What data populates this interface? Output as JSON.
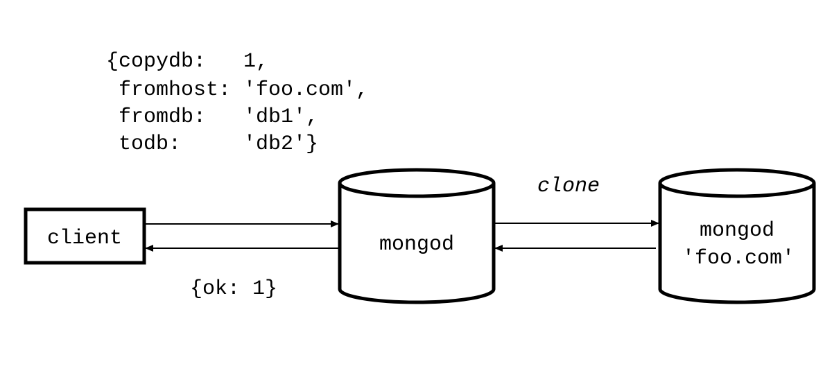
{
  "command": {
    "lines": [
      "{copydb:   1,",
      " fromhost: 'foo.com',",
      " fromdb:   'db1',",
      " todb:     'db2'}"
    ]
  },
  "nodes": {
    "client": {
      "label": "client"
    },
    "local_mongod": {
      "label": "mongod"
    },
    "remote_mongod": {
      "label_line1": "mongod",
      "label_line2": "'foo.com'"
    }
  },
  "edges": {
    "response_label": "{ok: 1}",
    "clone_label": "clone"
  },
  "colors": {
    "stroke": "#000000",
    "background": "#ffffff"
  }
}
